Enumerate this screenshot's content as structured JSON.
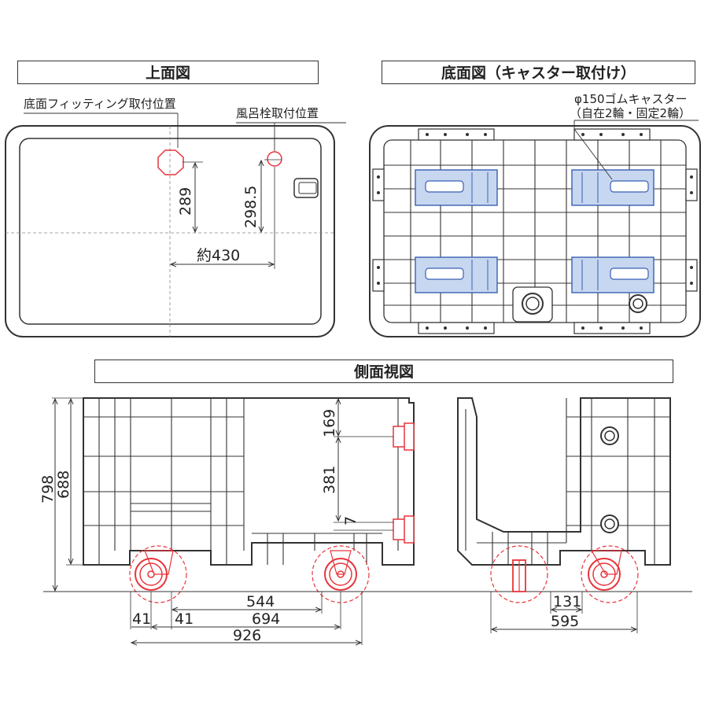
{
  "titles": {
    "top_view": "上面図",
    "bottom_view": "底面図（キャスター取付け）",
    "side_view": "側面視図"
  },
  "top_view": {
    "fitting_label": "底面フィッティング取付位置",
    "plug_label": "風呂栓取付位置",
    "dim_289": "289",
    "dim_298_5": "298.5",
    "dim_430": "約430"
  },
  "bottom_view": {
    "caster_label_line1": "φ150ゴムキャスター",
    "caster_label_line2": "（自在2輪・固定2輪）"
  },
  "side_view": {
    "dim_798": "798",
    "dim_688": "688",
    "dim_169": "169",
    "dim_381": "381",
    "dim_7": "7",
    "dim_544": "544",
    "dim_694": "694",
    "dim_41_left": "41",
    "dim_41_right": "41",
    "dim_926": "926",
    "dim_131": "131",
    "dim_595": "595"
  },
  "colors": {
    "line": "#333333",
    "accent_red": "#e8343b",
    "caster_blue": "#3a5fb4",
    "caster_fill": "#c7d7f0"
  }
}
